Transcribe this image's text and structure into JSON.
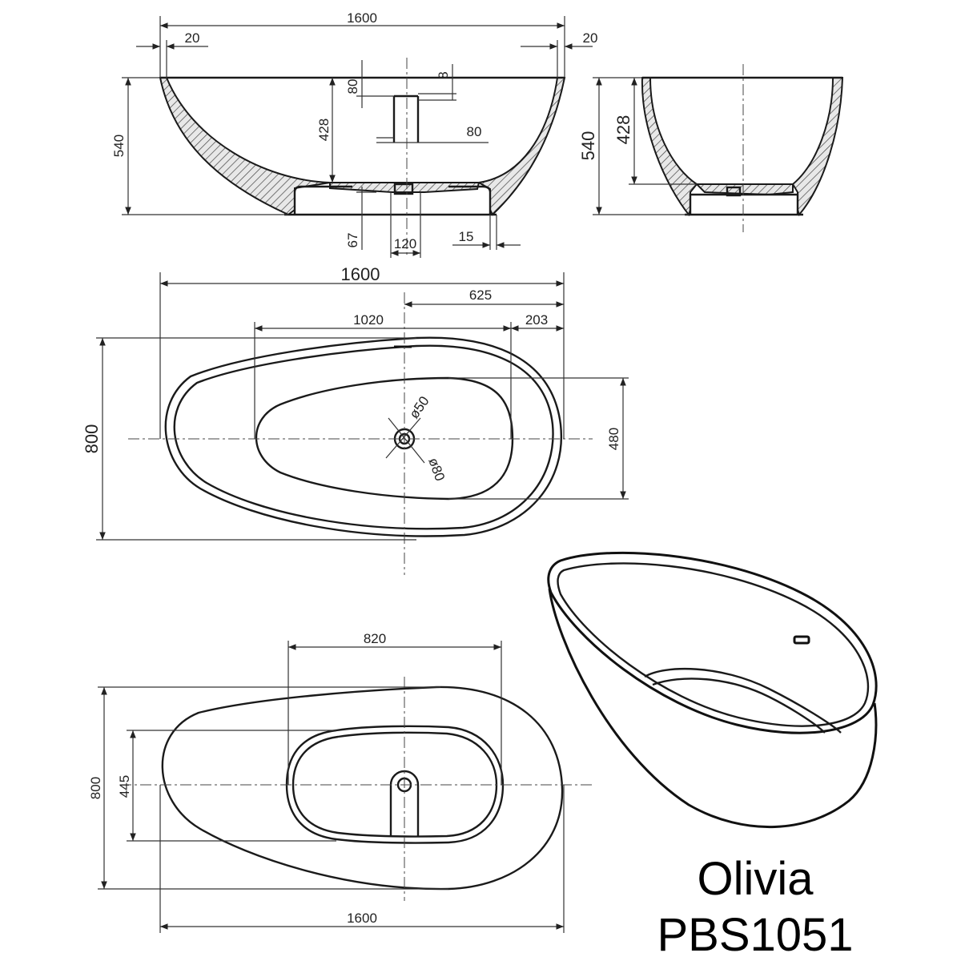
{
  "product": {
    "name": "Olivia",
    "code": "PBS1051"
  },
  "front_view": {
    "overall_length": "1600",
    "left_rim": "20",
    "right_rim": "20",
    "total_height": "540",
    "inner_depth": "428",
    "overflow_offset": "80",
    "overflow_gap": "8",
    "overflow_width": "80",
    "base_height": "67",
    "drain_width": "120",
    "base_inset": "15"
  },
  "side_view": {
    "total_height": "540",
    "inner_depth": "428"
  },
  "top_view": {
    "overall_length": "1600",
    "drain_to_end": "625",
    "inner_length": "1020",
    "inner_end_offset": "203",
    "overall_width": "800",
    "inner_width": "480",
    "drain_inner_diameter": "ø50",
    "drain_outer_diameter": "ø80"
  },
  "bottom_view": {
    "base_length": "820",
    "overall_width": "800",
    "base_width": "445",
    "overall_length": "1600"
  }
}
